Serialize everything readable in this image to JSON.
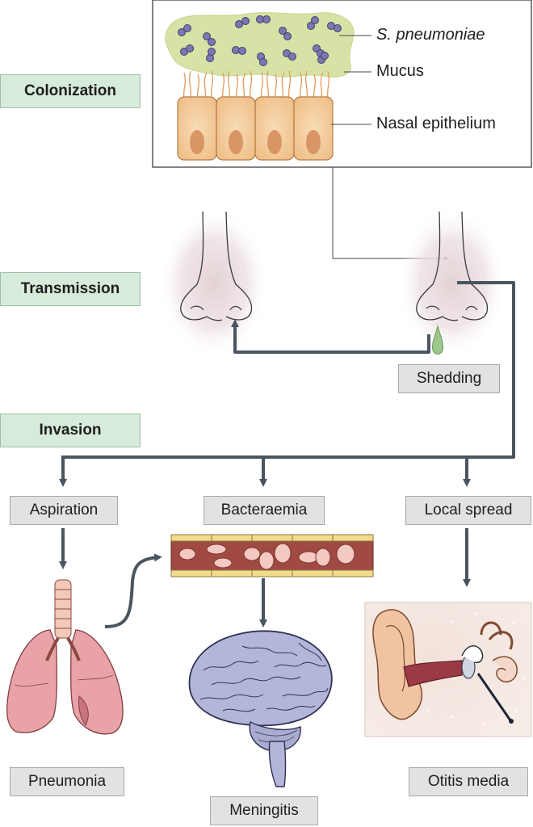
{
  "stages": {
    "colonization": "Colonization",
    "transmission": "Transmission",
    "invasion": "Invasion"
  },
  "inset_labels": {
    "bacteria": "S. pneumoniae",
    "mucus": "Mucus",
    "epithelium": "Nasal epithelium"
  },
  "routes": {
    "shedding": "Shedding",
    "aspiration": "Aspiration",
    "bacteraemia": "Bacteraemia",
    "local_spread": "Local spread"
  },
  "outcomes": {
    "pneumonia": "Pneumonia",
    "meningitis": "Meningitis",
    "otitis_media": "Otitis media"
  },
  "colors": {
    "stage_fill": "#d6ebd9",
    "box_fill": "#e2e2e2",
    "arrow": "#4a5560",
    "mucus": "#d7e3a6",
    "bacteria": "#7a78b0",
    "epithelium": "#f3cfa4"
  }
}
